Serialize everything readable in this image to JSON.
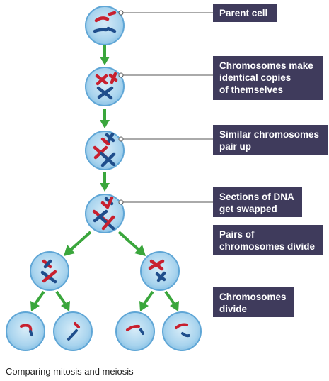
{
  "callouts": {
    "parent": "Parent cell",
    "copies": "Chromosomes make\nidentical copies\nof themselves",
    "pair": "Similar chromosomes\npair up",
    "swap": "Sections of DNA\nget swapped",
    "divide_pairs": "Pairs of\nchromosomes divide",
    "divide": "Chromosomes\ndivide"
  },
  "caption": "Comparing mitosis and meiosis",
  "colors": {
    "cell_fill": "#a9d4ee",
    "cell_ring": "#5fa6d6",
    "chrom_red": "#c8202f",
    "chrom_blue": "#1f4e8c",
    "arrow": "#3aa63c",
    "callout_bg": "#3f3b5c",
    "callout_text": "#ffffff",
    "leader_line": "#555555"
  }
}
